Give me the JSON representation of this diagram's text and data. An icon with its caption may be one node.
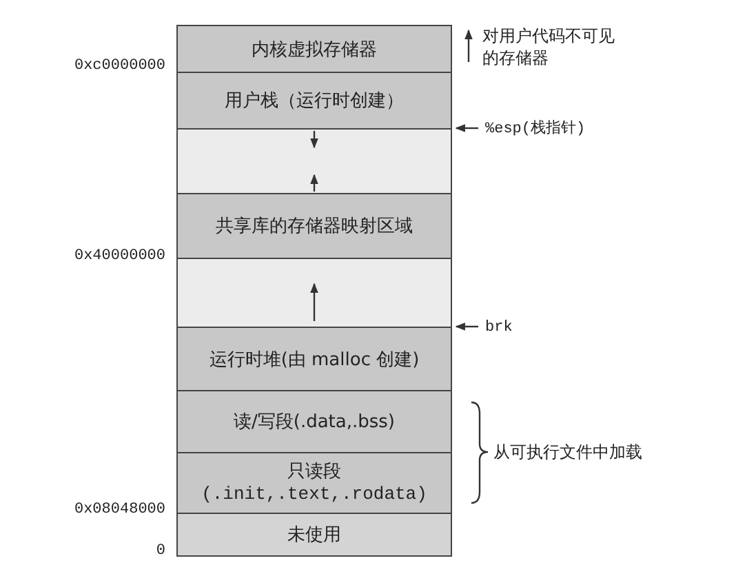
{
  "diagram": {
    "nodes": [
      {
        "text": [
          "内核虚拟存储器"
        ]
      },
      {
        "text": [
          "用户栈（运行时创建）"
        ]
      },
      {
        "text": [],
        "shape": "box"
      },
      {
        "text": [
          "共享库的存储器映射区域"
        ]
      },
      {
        "text": [],
        "shape": "box"
      },
      {
        "text": [
          "运行时堆(由 malloc 创建)"
        ]
      },
      {
        "text": [
          "读/写段(.data,.bss)"
        ]
      },
      {
        "text": [
          "只读段",
          "(.init,.text,.rodata)"
        ]
      },
      {
        "text": [
          "未使用"
        ]
      },
      {
        "text": [
          "%esp(栈指针)"
        ]
      },
      {
        "text": [
          "brk"
        ]
      }
    ],
    "edges": [
      {
        "from": 9,
        "to": null,
        "arrow": "to"
      },
      {
        "from": 10,
        "to": null,
        "arrow": "to"
      }
    ],
    "labels": [
      "对用户代码不可见的存储器",
      "0xc0000000",
      "0x40000000",
      "从可执行文件中加载",
      "0x08048000",
      "0"
    ]
  }
}
